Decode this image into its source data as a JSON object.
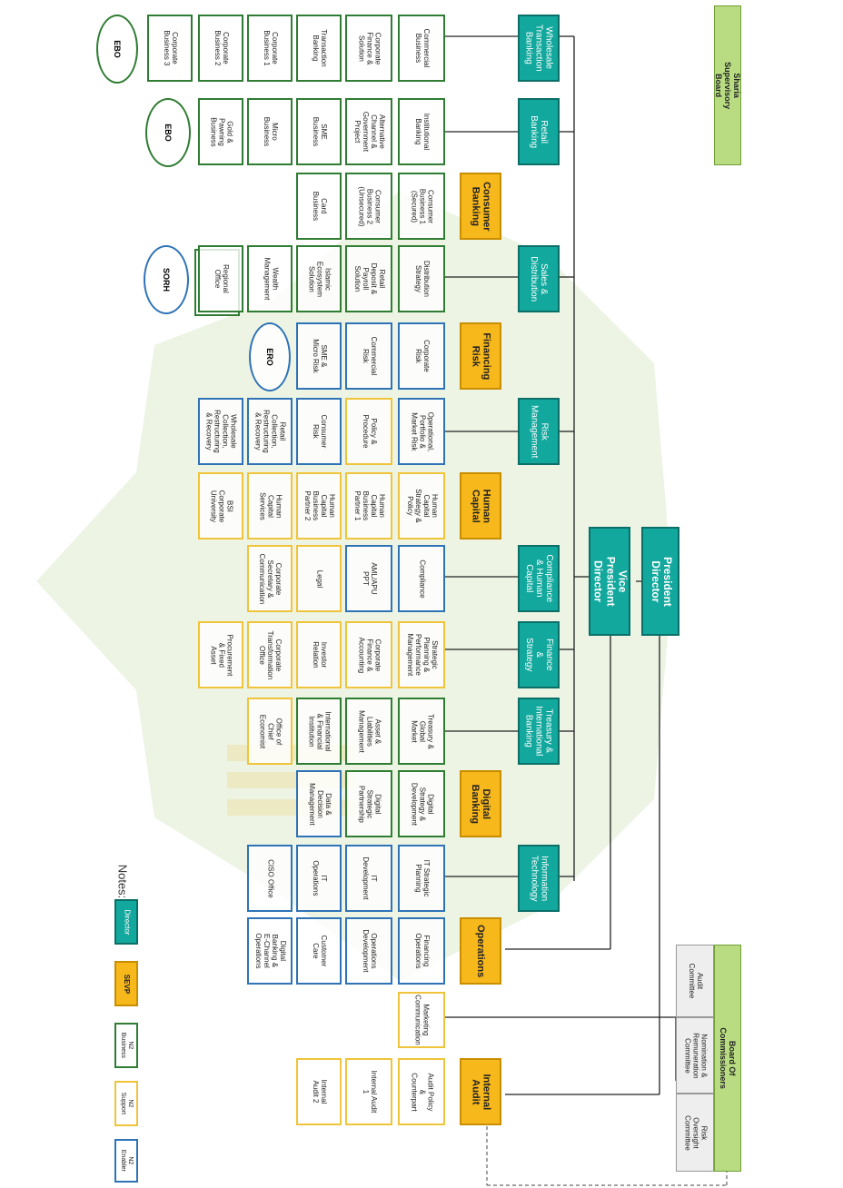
{
  "boards": {
    "sharia": "Sharia Supervisory Board",
    "commissioners": "Board Of Commissioners",
    "audit_committee": "Audit Committee",
    "nomination_committee": "Nomination & Remuneration Committee",
    "risk_committee": "Risk Oversight Committee"
  },
  "top": {
    "president_director": "President Director",
    "vice_president_director": "Vice President Director"
  },
  "directors": [
    "Wholesale Transaction Banking",
    "Retail Banking",
    "Sales & Distribution",
    "Risk Management",
    "Compliance & Human Capital",
    "Finance & Strategy",
    "Treasury & International Banking",
    "Information Technology"
  ],
  "sevps": [
    "Consumer Banking",
    "Financing Risk",
    "Human Capital",
    "Digital Banking",
    "Operations",
    "Internal Audit"
  ],
  "units": [
    "Commercial Business",
    "Corporate Finance & Solution",
    "Transaction Banking",
    "Corporate Business 1",
    "Corporate Business 2",
    "Corporate Business 3",
    "Institutional Banking",
    "Alternative Channel & Government Project",
    "SME Business",
    "Micro Business",
    "Gold & Pawning Business",
    "Consumer Business 1 (Secured)",
    "Consumer Business 2 (Unsecured)",
    "Card Business",
    "Distribution Strategy",
    "Retail Deposit & Payroll Solution",
    "Islamic Ecosystem Solution",
    "Wealth Management",
    "Regional Office",
    "Corporate Risk",
    "Commercial Risk",
    "SME & Micro Risk",
    "Operational, Portfolio & Market Risk",
    "Policy & Procedure",
    "Consumer Risk",
    "Retail Collection, Restructuring & Recovery",
    "Wholesale Collection, Restructuring & Recovery",
    "Human Capital Strategy & Policy",
    "Human Capital Business Partner 1",
    "Human Capital Business Partner 2",
    "Human Capital Services",
    "BSI Corporate University",
    "Compliance",
    "AML/APU PPT",
    "Legal",
    "Corporate Secretary & Communication",
    "Strategic Planning & Performance Management",
    "Corporate Finance & Accounting",
    "Investor Relation",
    "Corporate Transformation Office",
    "Procurement & Fixed Asset",
    "Treasury & Global Market",
    "Asset & Liabilities Management",
    "International & Financial Institution",
    "Office of Chief Economist",
    "Digital Strategy & Development",
    "Digital Strategic Partnership",
    "Data & Decision Management",
    "IT Strategic Planning",
    "IT Development",
    "IT Operations",
    "CISO Office",
    "Financing Operations",
    "Operations Development",
    "Customer Care",
    "Digital Banking & E-Channel Operations",
    "Marketing Communication",
    "Audit Policy & Counterpart",
    "Internal Audit 1",
    "Internal Audit 2"
  ],
  "ovals": [
    "EBO",
    "EBO",
    "SORH",
    "ERO"
  ],
  "legend": {
    "title": "Notes:",
    "director": "Director",
    "sevp": "SEVP",
    "n2_business": "N2 Business",
    "n2_support": "N2 Support",
    "n2_enabler": "N2 Enabler"
  },
  "colors": {
    "director": "#12a89d",
    "sevp": "#f7b81c",
    "n2_business": "#2e7d32",
    "n2_support": "#f0c43a",
    "n2_enabler": "#2f73b7",
    "board": "#b9dc83"
  }
}
